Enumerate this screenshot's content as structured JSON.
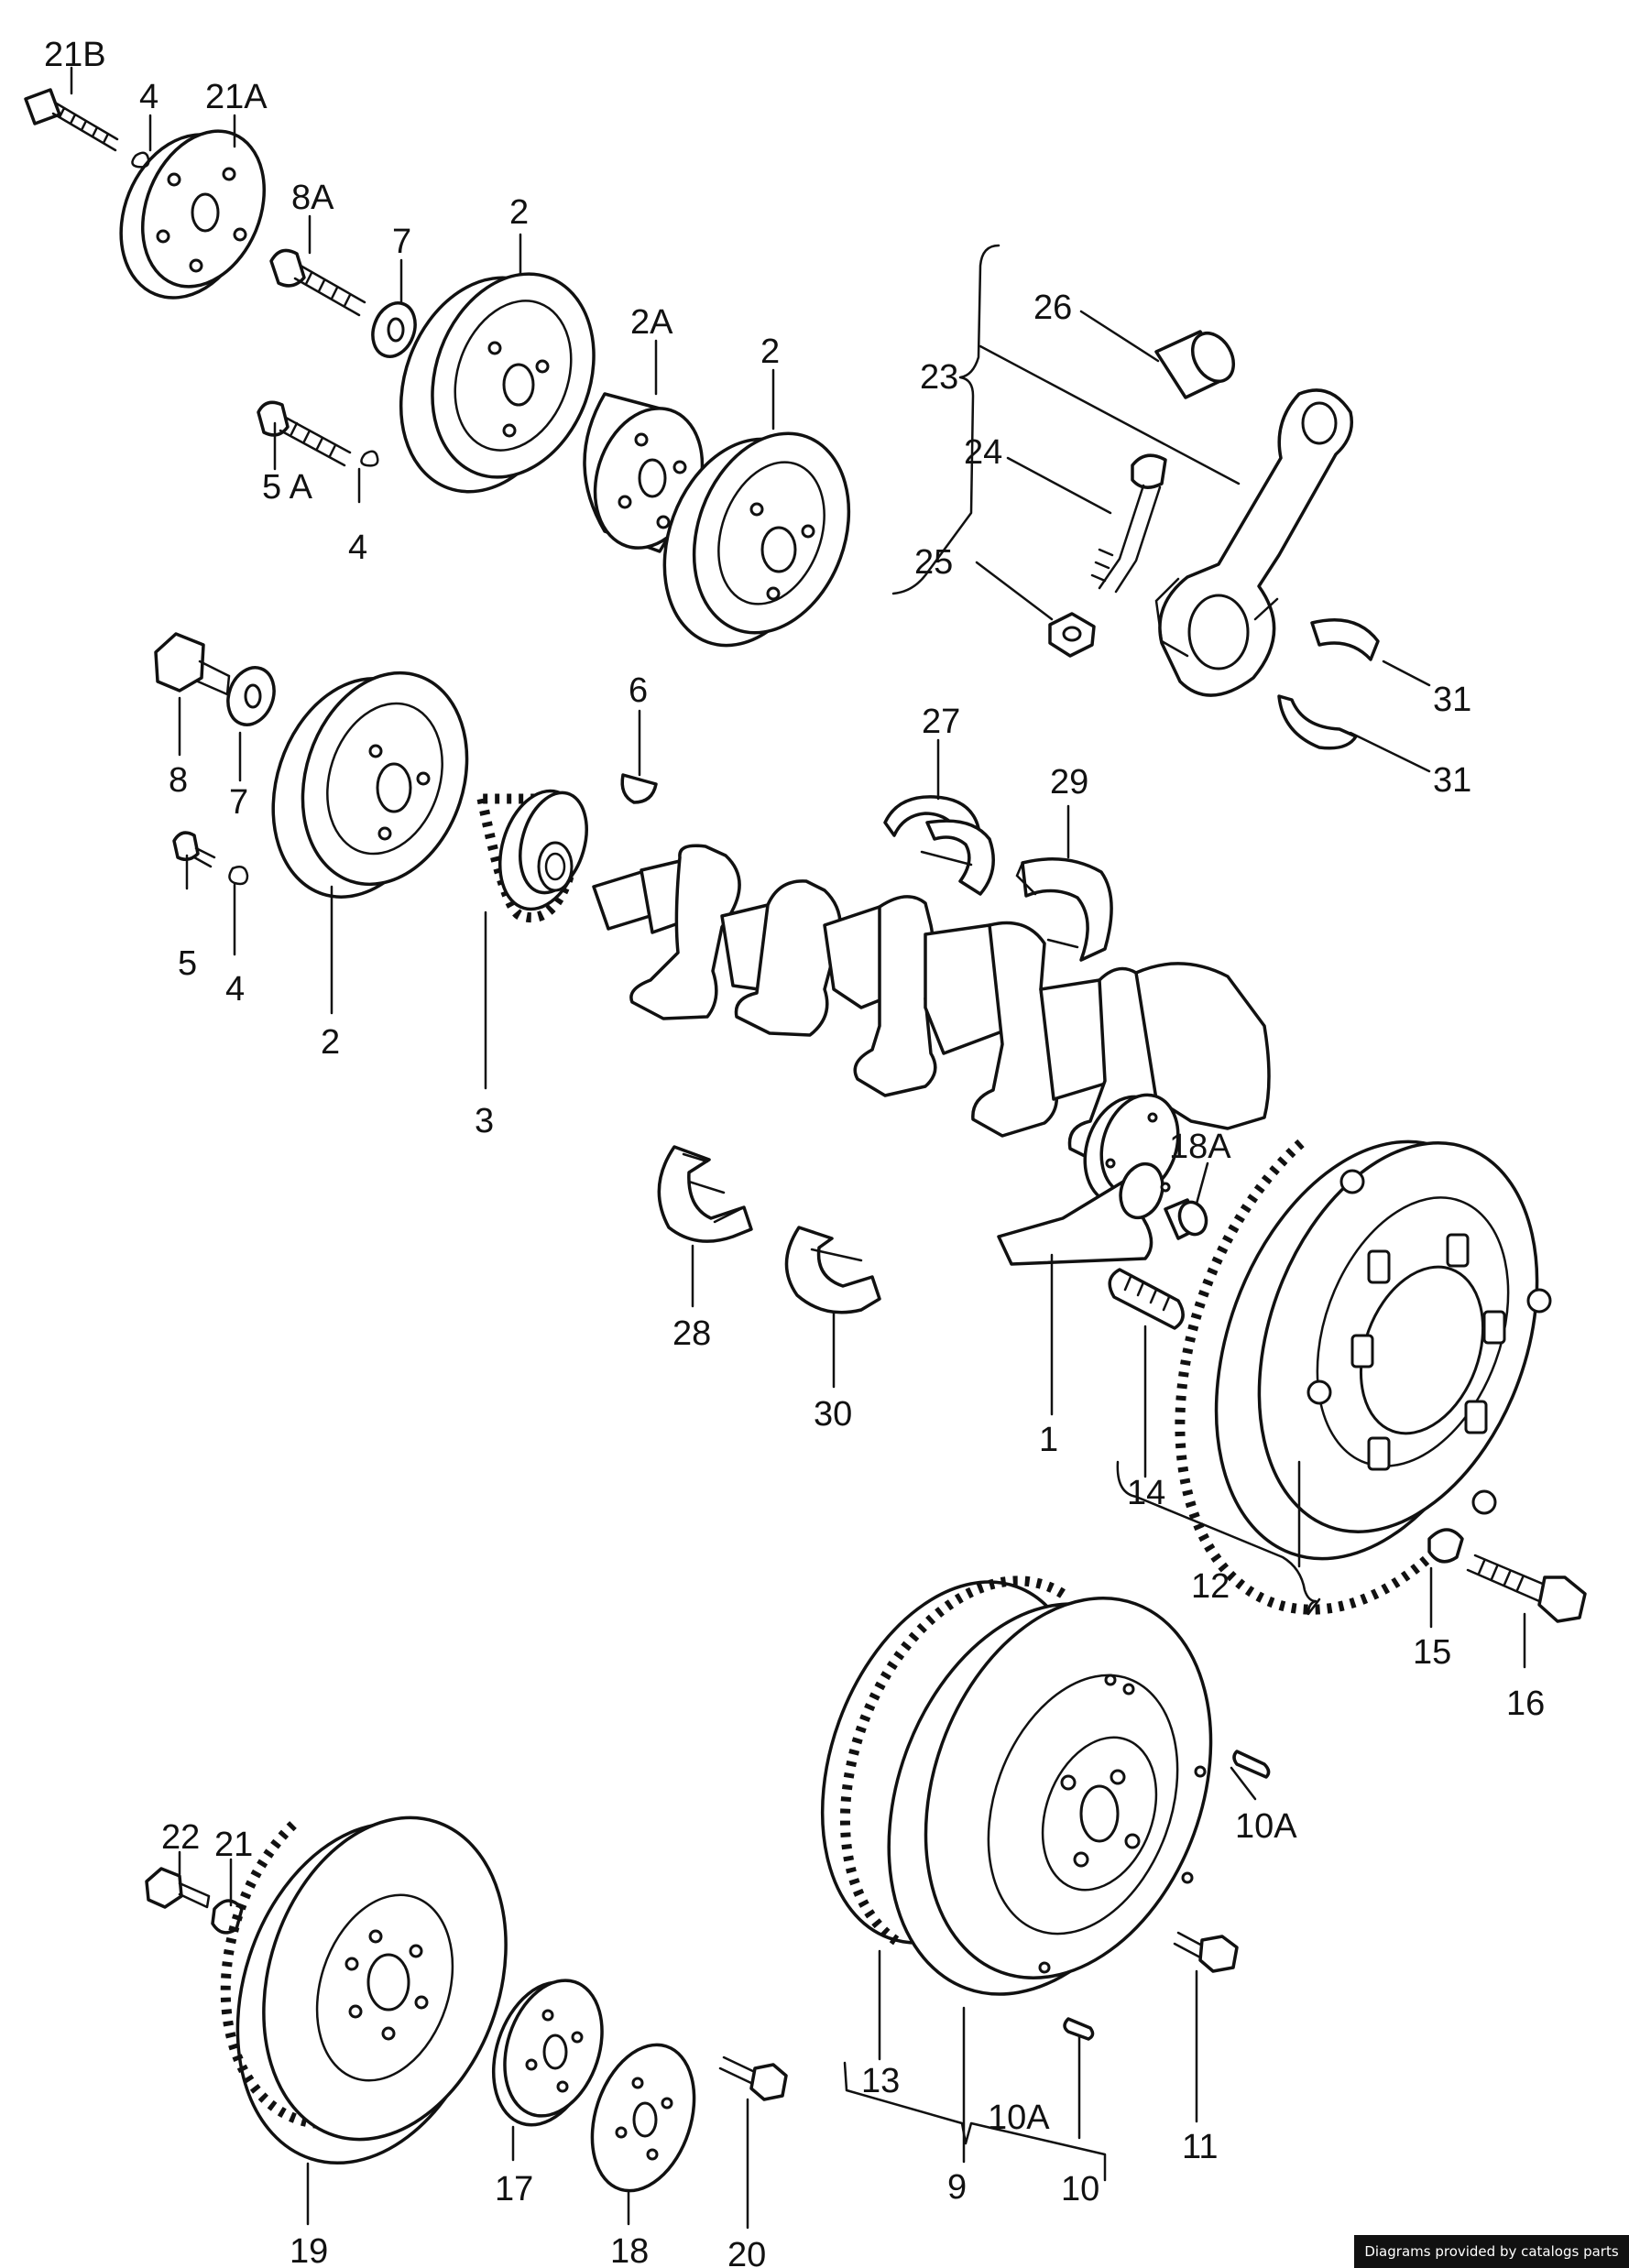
{
  "callouts": {
    "c1": "1",
    "c2a": "2",
    "c2b": "2",
    "c2c": "2",
    "c2A": "2A",
    "c3": "3",
    "c4a": "4",
    "c4b": "4",
    "c4c": "4",
    "c5": "5",
    "c5A": "5 A",
    "c6": "6",
    "c7a": "7",
    "c7b": "7",
    "c8": "8",
    "c8A": "8A",
    "c9": "9",
    "c10": "10",
    "c10Aa": "10A",
    "c10Ab": "10A",
    "c11": "11",
    "c12": "12",
    "c13": "13",
    "c14": "14",
    "c15": "15",
    "c16": "16",
    "c17": "17",
    "c18": "18",
    "c18A": "18A",
    "c19": "19",
    "c20": "20",
    "c21": "21",
    "c21A": "21A",
    "c21B": "21B",
    "c22": "22",
    "c23": "23",
    "c24": "24",
    "c25": "25",
    "c26": "26",
    "c27": "27",
    "c28": "28",
    "c29": "29",
    "c30": "30",
    "c31a": "31",
    "c31b": "31"
  },
  "footer": {
    "credit": "Diagrams provided by catalogs parts"
  }
}
